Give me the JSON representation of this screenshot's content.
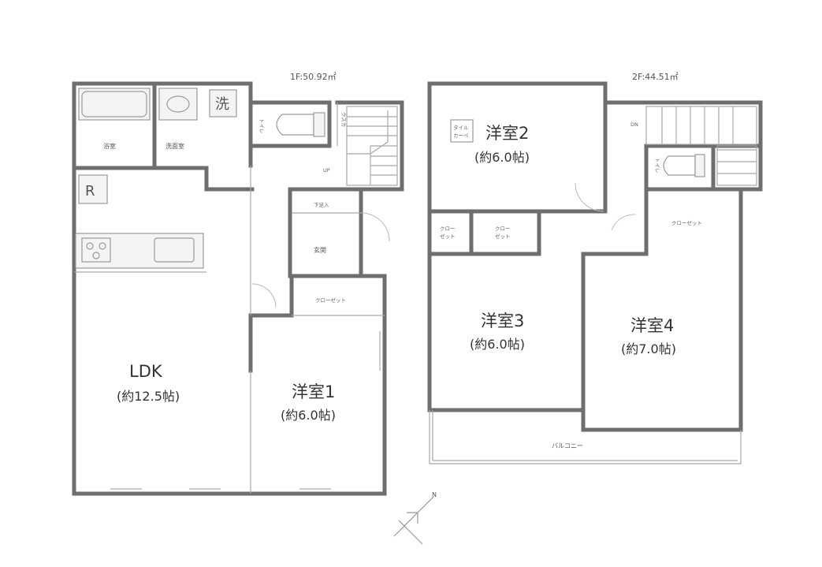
{
  "floor1": {
    "title": "1F:50.92㎡",
    "rooms": {
      "bath": "浴室",
      "washroom": "洗面室",
      "toilet": "トイレ",
      "storage": "クスカ",
      "entrance": "玄関",
      "shoe_box": "下足入",
      "closet": "クローゼット",
      "ldk_name": "LDK",
      "ldk_size": "(約12.5帖)",
      "room1_name": "洋室1",
      "room1_size": "(約6.0帖)"
    },
    "stairs_label": "UP",
    "icons": {
      "washer": "洗",
      "fridge": "R"
    }
  },
  "floor2": {
    "title": "2F:44.51㎡",
    "rooms": {
      "room2_name": "洋室2",
      "room2_size": "(約6.0帖)",
      "room3_name": "洋室3",
      "room3_size": "(約6.0帖)",
      "room4_name": "洋室4",
      "room4_size": "(約7.0帖)",
      "closet_a": "クロー",
      "closet_a2": "ゼット",
      "closet_b": "クロー",
      "closet_b2": "ゼット",
      "closet_c": "クローゼット",
      "toilet": "トイレ",
      "balcony": "バルコニー",
      "tile_a": "タイル",
      "tile_b": "カーペ"
    },
    "stairs_label": "DN"
  },
  "compass": {
    "north": "N"
  }
}
